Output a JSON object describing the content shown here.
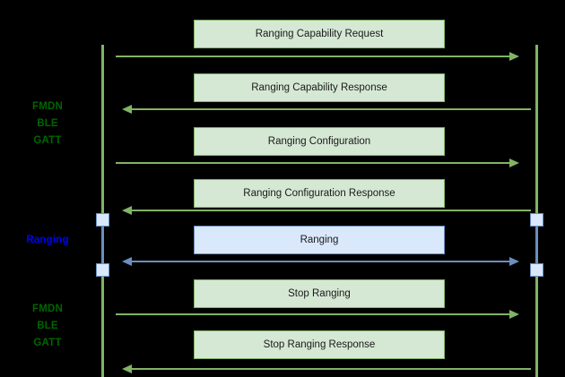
{
  "diagram": {
    "type": "sequence-diagram",
    "background_color": "#000000",
    "colors": {
      "green_stroke": "#82b366",
      "green_fill": "#d5e8d4",
      "green_text": "#006600",
      "blue_stroke": "#6c8ebf",
      "blue_fill": "#dae8fc",
      "blue_text": "#0000ff",
      "box_text": "#1a1a1a"
    },
    "phase_labels": [
      {
        "id": "phase-fmdn-top",
        "text": "FMDN\nBLE\nGATT",
        "color": "green"
      },
      {
        "id": "phase-ranging",
        "text": "Ranging",
        "color": "blue"
      },
      {
        "id": "phase-fmdn-bottom",
        "text": "FMDN\nBLE\nGATT",
        "color": "green"
      }
    ],
    "messages": [
      {
        "id": "msg-1",
        "label": "Ranging Capability Request",
        "direction": "right",
        "style": "green"
      },
      {
        "id": "msg-2",
        "label": "Ranging Capability Response",
        "direction": "left",
        "style": "green"
      },
      {
        "id": "msg-3",
        "label": "Ranging Configuration",
        "direction": "right",
        "style": "green"
      },
      {
        "id": "msg-4",
        "label": "Ranging Configuration Response",
        "direction": "left",
        "style": "green"
      },
      {
        "id": "msg-5",
        "label": "Ranging",
        "direction": "both",
        "style": "blue"
      },
      {
        "id": "msg-6",
        "label": "Stop Ranging",
        "direction": "right",
        "style": "green"
      },
      {
        "id": "msg-7",
        "label": "Stop Ranging Response",
        "direction": "left",
        "style": "green"
      }
    ],
    "lifelines": [
      {
        "id": "lifeline-left",
        "side": "left"
      },
      {
        "id": "lifeline-right",
        "side": "right"
      }
    ],
    "activations": [
      {
        "id": "activation-left",
        "side": "left",
        "phase": "Ranging"
      },
      {
        "id": "activation-right",
        "side": "right",
        "phase": "Ranging"
      }
    ]
  }
}
